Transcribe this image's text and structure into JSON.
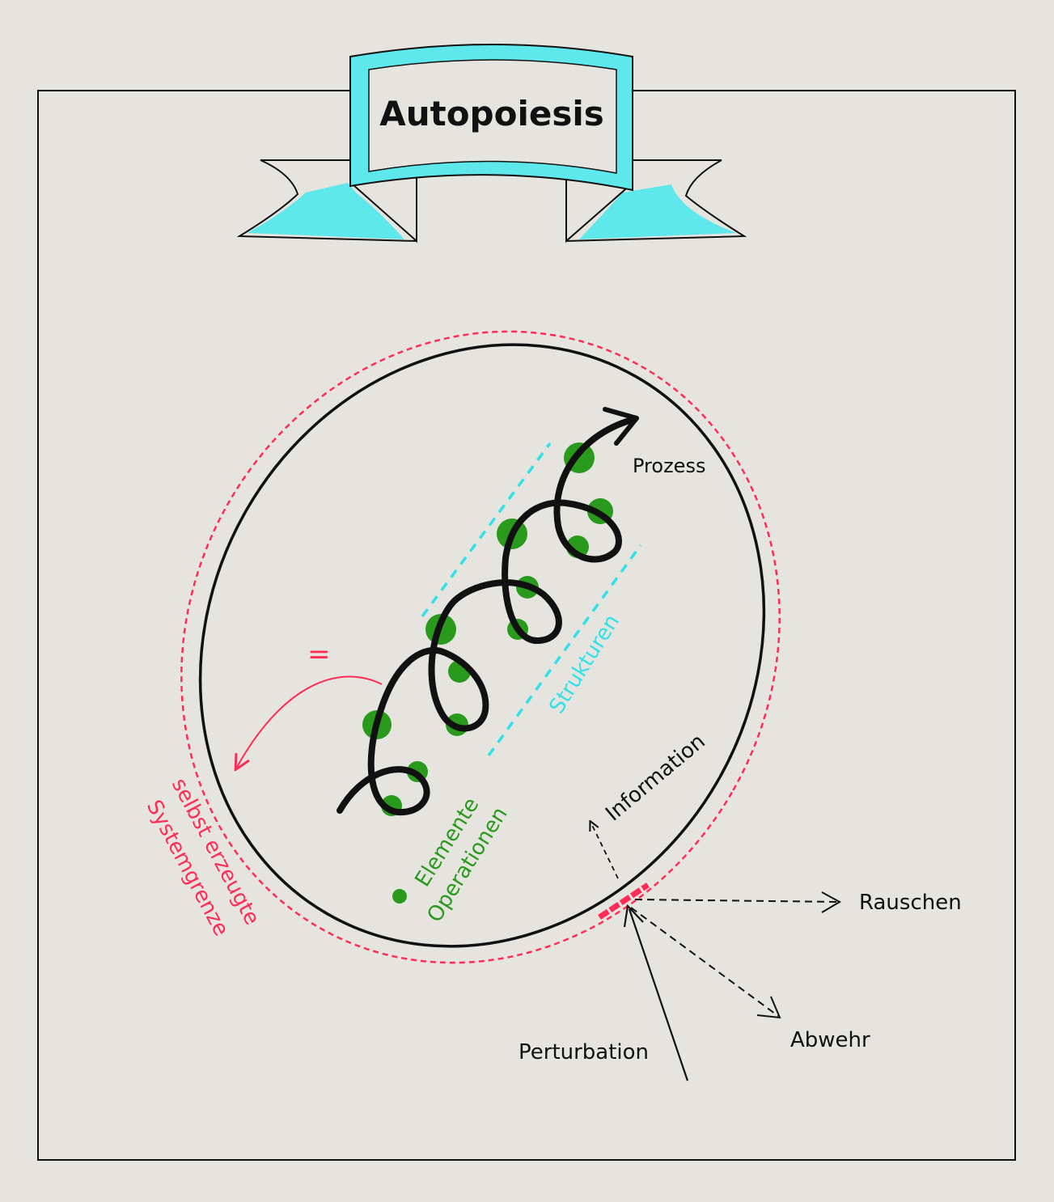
{
  "title": "Autopoiesis",
  "labels": {
    "prozess": "Prozess",
    "strukturen": "Strukturen",
    "equals": "=",
    "boundary_line1": "selbst erzeugte",
    "boundary_line2": "Systemgrenze",
    "elements_line1": "Elemente",
    "elements_line2": "Operationen",
    "information": "Information",
    "rauschen": "Rauschen",
    "abwehr": "Abwehr",
    "perturbation": "Perturbation"
  },
  "colors": {
    "background": "#e6e4df",
    "ribbon": "#5ee8ec",
    "boundary_red": "#ff2d55",
    "element_green": "#2a9a1c",
    "structure_cyan": "#33e0e8",
    "ink": "#111111"
  }
}
